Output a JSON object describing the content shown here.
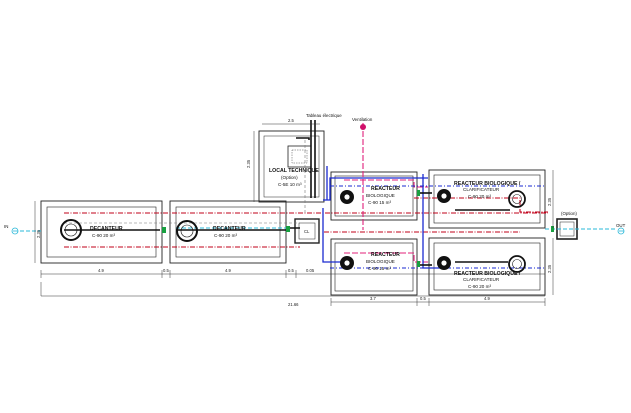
{
  "diagram": {
    "inlet_label": "IN",
    "outlet_label": "OUT",
    "option_right_label": "(Option)",
    "electrical_board_label": "Tableau électrique",
    "ventilation_label": "Ventilation",
    "local_technique": {
      "title": "LOCAL TECHNIQUE",
      "option": "(Option)",
      "capacity": "C-5E 10 m³",
      "dim_top": "2.5",
      "dim_side": "2.35"
    },
    "decanteur_1": {
      "title": "DECANTEUR",
      "capacity": "C-90 20 m³",
      "dim_bottom": "4.9",
      "dim_side": "2.35"
    },
    "decanteur_2": {
      "title": "DECANTEUR",
      "capacity": "C-90 20 m³",
      "dim_bottom": "4.9"
    },
    "reacteur_top": {
      "title": "REACTEUR",
      "subtitle": "BIOLOGIQUE",
      "capacity": "C-90 15 m³"
    },
    "reacteur_bottom": {
      "title": "REACTEUR",
      "subtitle": "BIOLOGIQUE",
      "capacity": "C-90 15 m³",
      "dim_bottom": "3.7"
    },
    "clarif_top": {
      "title": "REACTEUR BIOLOGIQUE /",
      "subtitle": "CLARIFICATEUR",
      "capacity": "C-90 20 m³",
      "dim_side": "2.35"
    },
    "clarif_bottom": {
      "title": "REACTEUR BIOLOGIQUE /",
      "subtitle": "CLARIFICATEUR",
      "capacity": "C-90 20 m³",
      "dim_bottom": "4.9",
      "dim_side": "2.35"
    },
    "splitter_label": "CL",
    "gap_dims": [
      "0.5",
      "0.5",
      "0.5",
      "0.05"
    ],
    "total_length": "21.66",
    "colors": {
      "red_line": "#c0001a",
      "pink_line": "#e0207a",
      "blue_line": "#1a2ad0",
      "cyan_line": "#28b8d8",
      "tank_outline": "#222222",
      "pipe_dark": "#111111",
      "green_joint": "#18a040",
      "ventilation": "#d0106a"
    },
    "icons": [
      "pump-icon",
      "fan-icon",
      "arrow-in-icon",
      "arrow-out-icon"
    ]
  }
}
